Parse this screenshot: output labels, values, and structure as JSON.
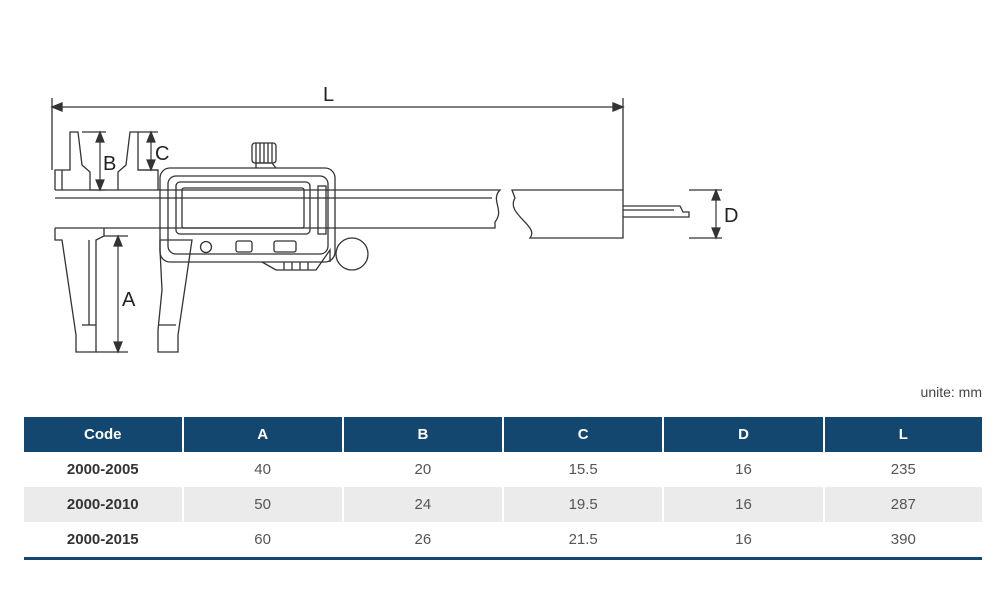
{
  "diagram": {
    "labels": {
      "L": "L",
      "B": "B",
      "C": "C",
      "A": "A",
      "D": "D"
    }
  },
  "unit_note": "unite: mm",
  "table": {
    "headers": [
      "Code",
      "A",
      "B",
      "C",
      "D",
      "L"
    ],
    "rows": [
      [
        "2000-2005",
        "40",
        "20",
        "15.5",
        "16",
        "235"
      ],
      [
        "2000-2010",
        "50",
        "24",
        "19.5",
        "16",
        "287"
      ],
      [
        "2000-2015",
        "60",
        "26",
        "21.5",
        "16",
        "390"
      ]
    ]
  }
}
